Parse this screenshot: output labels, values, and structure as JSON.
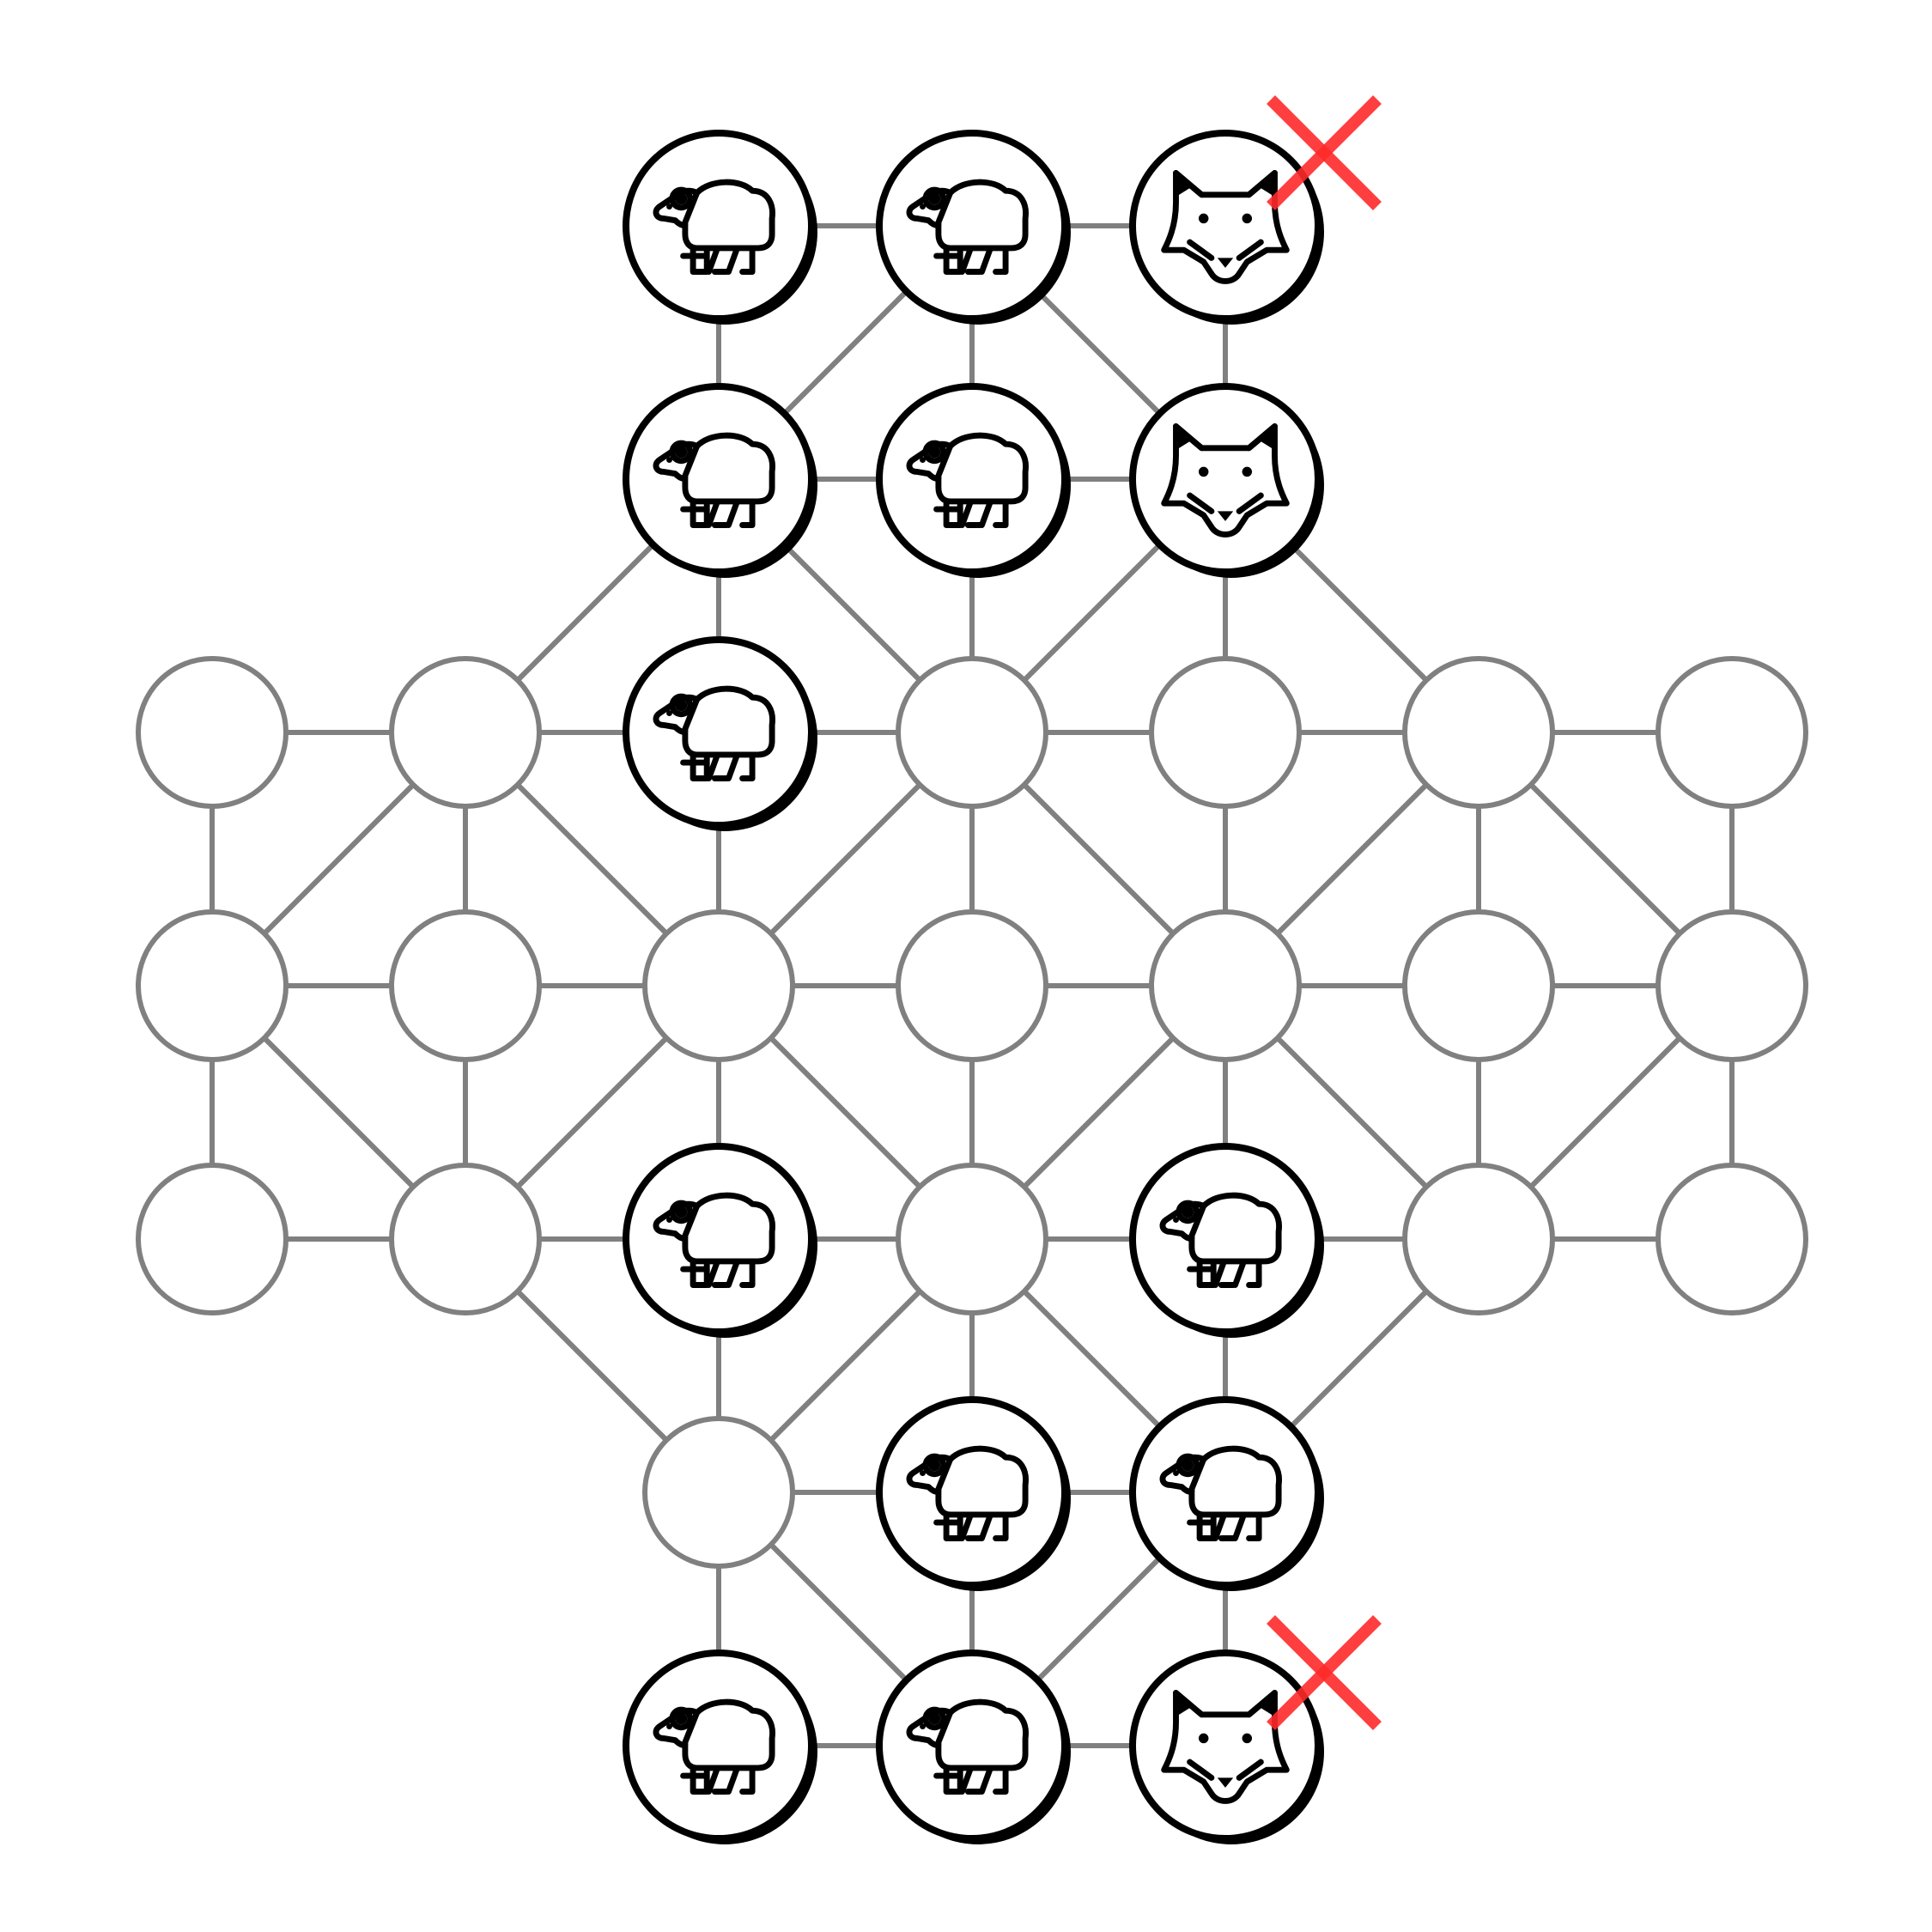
{
  "game": "fox-and-geese",
  "colors": {
    "edge": "#808080",
    "piece_outline": "#000000",
    "piece_fill": "#ffffff",
    "capture_mark": "#ff2a2a",
    "background": "#ffffff"
  },
  "nodes": [
    {
      "col": 2,
      "row": 0,
      "piece": "sheep"
    },
    {
      "col": 3,
      "row": 0,
      "piece": "sheep"
    },
    {
      "col": 4,
      "row": 0,
      "piece": "fox",
      "marked_x": true
    },
    {
      "col": 2,
      "row": 1,
      "piece": "sheep"
    },
    {
      "col": 3,
      "row": 1,
      "piece": "sheep"
    },
    {
      "col": 4,
      "row": 1,
      "piece": "fox"
    },
    {
      "col": 0,
      "row": 2,
      "piece": null
    },
    {
      "col": 1,
      "row": 2,
      "piece": null
    },
    {
      "col": 2,
      "row": 2,
      "piece": "sheep"
    },
    {
      "col": 3,
      "row": 2,
      "piece": null
    },
    {
      "col": 4,
      "row": 2,
      "piece": null
    },
    {
      "col": 5,
      "row": 2,
      "piece": null
    },
    {
      "col": 6,
      "row": 2,
      "piece": null
    },
    {
      "col": 0,
      "row": 3,
      "piece": null
    },
    {
      "col": 1,
      "row": 3,
      "piece": null
    },
    {
      "col": 2,
      "row": 3,
      "piece": null
    },
    {
      "col": 3,
      "row": 3,
      "piece": null
    },
    {
      "col": 4,
      "row": 3,
      "piece": null
    },
    {
      "col": 5,
      "row": 3,
      "piece": null
    },
    {
      "col": 6,
      "row": 3,
      "piece": null
    },
    {
      "col": 0,
      "row": 4,
      "piece": null
    },
    {
      "col": 1,
      "row": 4,
      "piece": null
    },
    {
      "col": 2,
      "row": 4,
      "piece": "sheep"
    },
    {
      "col": 3,
      "row": 4,
      "piece": null
    },
    {
      "col": 4,
      "row": 4,
      "piece": "sheep"
    },
    {
      "col": 5,
      "row": 4,
      "piece": null
    },
    {
      "col": 6,
      "row": 4,
      "piece": null
    },
    {
      "col": 2,
      "row": 5,
      "piece": null
    },
    {
      "col": 3,
      "row": 5,
      "piece": "sheep"
    },
    {
      "col": 4,
      "row": 5,
      "piece": "sheep"
    },
    {
      "col": 2,
      "row": 6,
      "piece": "sheep"
    },
    {
      "col": 3,
      "row": 6,
      "piece": "sheep"
    },
    {
      "col": 4,
      "row": 6,
      "piece": "fox",
      "marked_x": true
    }
  ],
  "icons": {
    "sheep": "sheep-icon",
    "fox": "fox-icon",
    "capture": "x-mark-icon"
  }
}
